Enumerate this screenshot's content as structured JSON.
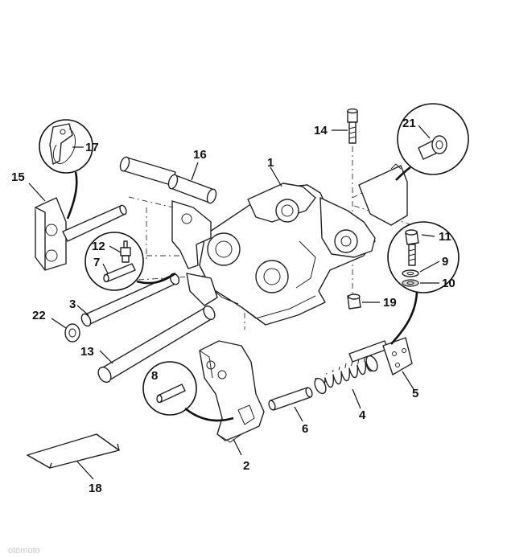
{
  "callouts": {
    "c1": "1",
    "c2": "2",
    "c3": "3",
    "c4": "4",
    "c5": "5",
    "c6": "6",
    "c7": "7",
    "c8": "8",
    "c9": "9",
    "c10": "10",
    "c11": "11",
    "c12": "12",
    "c13": "13",
    "c14": "14",
    "c15": "15",
    "c16": "16",
    "c17": "17",
    "c18": "18",
    "c19": "19",
    "c21": "21",
    "c22": "22"
  },
  "watermark": "otomoto"
}
